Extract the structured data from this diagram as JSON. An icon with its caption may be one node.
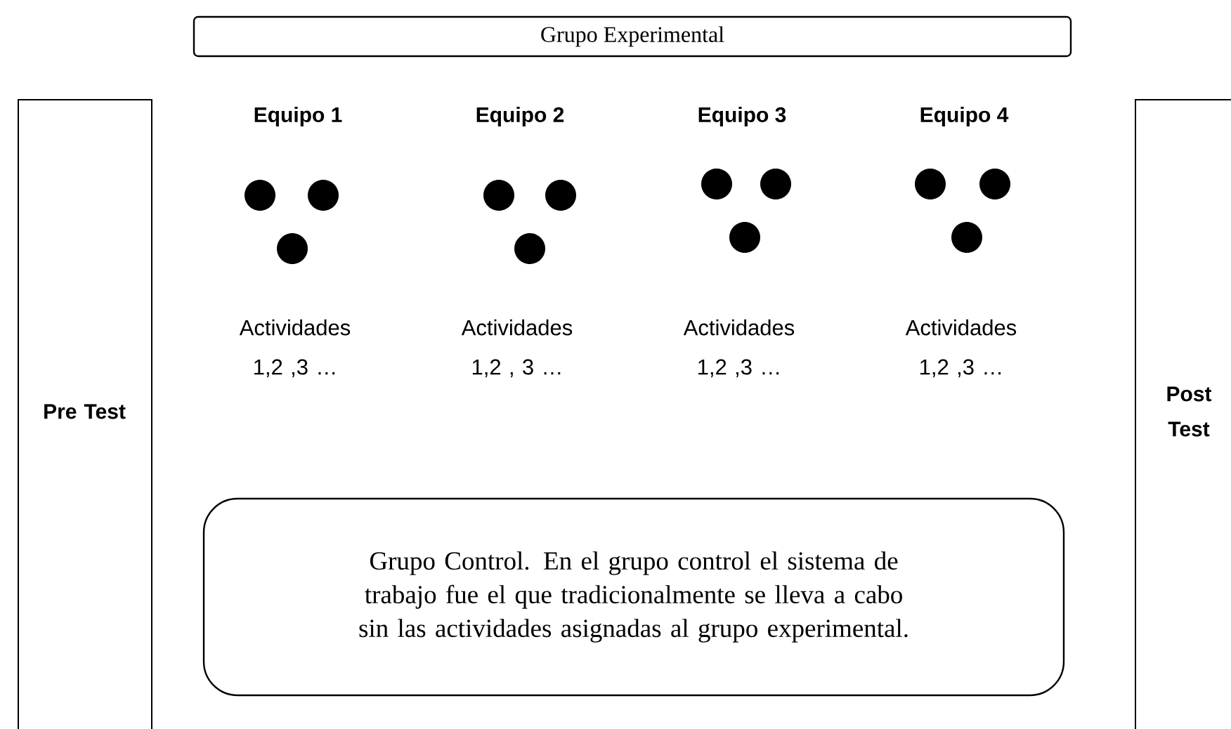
{
  "diagram": {
    "nodes": [
      {
        "text": [
          "Grupo Experimental"
        ]
      },
      {
        "text": [
          "Pre Test"
        ]
      },
      {
        "text": [
          "Post Test"
        ]
      },
      {
        "text": [
          "Grupo Control. En el grupo control el sistema de trabajo fue el que tradicionalmente se lleva a cabo sin las actividades asignadas al grupo experimental."
        ]
      }
    ],
    "edges": [],
    "labels": [
      "Equipo 1",
      "Equipo 2",
      "Equipo 3",
      "Equipo 4",
      "Actividades 1,2 ,3 …",
      "Actividades 1,2 , 3 …",
      "Actividades 1,2 ,3 …",
      "Actividades 1,2 ,3 …"
    ]
  }
}
